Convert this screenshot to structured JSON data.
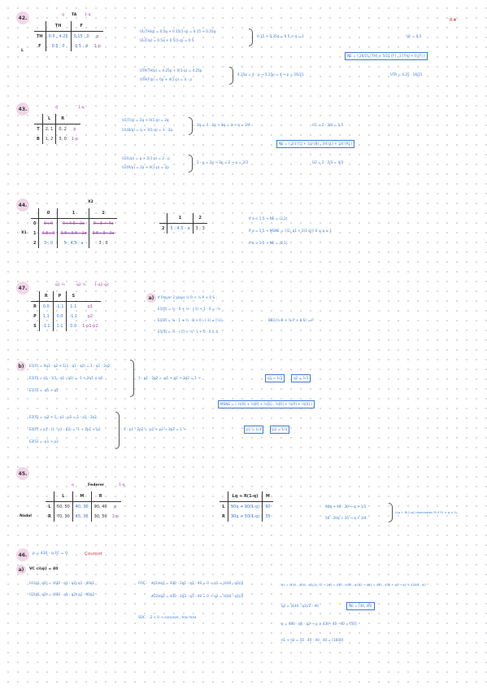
{
  "page": {
    "corner_mark": "R★"
  },
  "p42": {
    "number": "42.",
    "col_probs": [
      "q",
      "TA",
      "1-q"
    ],
    "row_player": "L",
    "table": {
      "cols": [
        "TH",
        "F"
      ],
      "rows": [
        {
          "label": "TH",
          "cells": [
            "0.5 ; 4.25",
            "0.15 ; 0"
          ],
          "prob": "p"
        },
        {
          "label": "F",
          "cells": [
            "0.5 ; 0",
            "0.5 ; 4"
          ],
          "prob": "1-p"
        }
      ]
    },
    "eq1": "UL(TH/q) = 0.5q + 0.15(1-q) = 0.15 + 0.35q",
    "eq2": "UL(F/q) = 0.5q + 0.5(1-q) = 0.5",
    "solve1": "0.15 + 0.35q = 0.5  →  q = 1",
    "ul_value": "UL = 0.5",
    "eq3": "UTA(TH/p) = 4.25p + 0(1-p) = 4.25p",
    "eq4": "UTA(F/p) = 0p + 4(1-p) = 4 - p",
    "solve2": "4.25p = 4 - p  →  5.25p = 4  →  p = 16/21",
    "uta_value": "UTA = 4.25 · 16/21",
    "ne_box": "NE = ( 16/21 [TH] + 5/21 [F] , 1 [TH] + 0 [F] )"
  },
  "p43": {
    "number": "43.",
    "col_probs": [
      "q",
      "1-q"
    ],
    "table": {
      "cols": [
        "L",
        "R"
      ],
      "rows": [
        {
          "label": "T",
          "cells": [
            "2, 1",
            "0, 2"
          ],
          "prob": "p"
        },
        {
          "label": "B",
          "cells": [
            "1, 2",
            "3, 0"
          ],
          "prob": "1-p"
        }
      ]
    },
    "eq1": "U1(T/q) = 2q + 0(1-q) = 2q",
    "eq2": "U1(B/q) = q + 3(1-q) = 3 - 2q",
    "solve1": "2q = 3 - 2q  →  4q = 3  →  q = 3/4",
    "u1_value": "U1 = 2 · 3/4 = 1.5",
    "eq3": "U2(L/p) = p + 2(1-p) = 2 - p",
    "eq4": "U2(R/p) = 2p + 0(1-p) = 2p",
    "solve2": "2 - p = 2p  →  3p = 2  →  p = 2/3",
    "u2_value": "U2 = 2 · 2/3 = 4/3",
    "ne_box": "NE = ( 2/3 [T] + 1/3 [B] , 3/4 [L] + 1/4 [R] )"
  },
  "p44": {
    "number": "44.",
    "col_label": "X2",
    "row_label": "X1",
    "cols": [
      "0",
      "1",
      "2"
    ],
    "rows": [
      {
        "label": "0",
        "cells": [
          "0 ; 0",
          "0 ; 4.5 - 2a",
          "0 ; 3 + 4a"
        ]
      },
      {
        "label": "1",
        "cells": [
          "4.5 ; 0",
          "3.5 ; 3.5 - 2a",
          "3.5 ; 3 - 2a"
        ]
      },
      {
        "label": "2",
        "cells": [
          "3 ; 0",
          "5 ; 4.5 - a",
          "3 ; 3"
        ]
      }
    ],
    "reduced": {
      "cols": [
        "1",
        "2"
      ],
      "row_label": "2",
      "cells": [
        "5 ; 4.5 - a",
        "3 ; 3"
      ]
    },
    "cases": [
      "If a < 1.5  →  NE = (2,2)",
      "If a = 1.5  →  MSNE = {(2, q1 + 2(1-q)}    0 ≤ q ≤ 1",
      "If a > 1.5  →  NE = (2,1)"
    ]
  },
  "p45a": {
    "number": "47.",
    "col_probs": [
      "q1 ⅓",
      "q2 ⅓",
      "1-q1-q2"
    ],
    "cols": [
      "R",
      "P",
      "S"
    ],
    "rows": [
      {
        "label": "R",
        "cells": [
          "0.0",
          "-1.1",
          "1.1"
        ],
        "prob": "p1"
      },
      {
        "label": "P",
        "cells": [
          "1.1",
          "0.0",
          "-1.1"
        ],
        "prob": "p2"
      },
      {
        "label": "S",
        "cells": [
          "-1.1",
          "1.1",
          "0.0"
        ],
        "prob": "1-p1-p2"
      }
    ],
    "part_a_label": "a)",
    "part_a_title": "If Player 2 plays ½ R + ½ P + 0 S :",
    "ea_r": "E1[R] = ½ · 0 + ½ · (-1) + 1 · 0 = -½",
    "ea_p": "E1[P] = ½ · 1 + ½ · 0 + 0 · (-1) = [½]",
    "ea_s": "E1[S] = ½ · (-1) + ½ · 1 + 0 · 0 = 0",
    "br": "BR1(½ R + ½ P + 0 S) = P"
  },
  "p45b": {
    "part_label": "b)",
    "e1": "E1[R] = 0q1 - q2 + 1(1 - q1 - q2) = 1 - q1 - 2q2",
    "e2": "E1[P] = q1 - 1(1 - q1 - q2) = -1 + 2q1 + q2",
    "e3": "E1[S] = -q1 + q2",
    "solve_q": "1 - q1 - 2q2 = -q1 + q2  →  3q2 = 1  →",
    "q_box1": "q1 = 1/3",
    "q_box2": "q2 = 1/3",
    "msne": "MSNE = ( ⅓[R] + ⅓[P] + ⅓[S] , ⅓[R] + ⅓[P] + ⅓[S] )",
    "e4": "E2[R] = -p2 + 1 - p1 - p2 = 1 - p1 - 2p2",
    "e5": "E2[P] = p1 - (1 - p1 - p2) = -1 + 2p1 + p2",
    "e6": "E2[S] = -p1 + p2",
    "solve_p": "1 - p1 - 2p2 = -p1 + p2  →  3p2 = 1  →",
    "p_box1": "p1 = 1/3",
    "p_box2": "p2 = 1/3"
  },
  "p45": {
    "number": "45.",
    "col_player": "Federer",
    "row_player": "Nadal",
    "col_probs": [
      "q",
      "1-q"
    ],
    "cols": [
      "L",
      "M",
      "R"
    ],
    "rows": [
      {
        "label": "L",
        "cells": [
          "50, 50",
          "40, 30",
          "90, 40"
        ],
        "prob": "p"
      },
      {
        "label": "R",
        "cells": [
          "70, 30",
          "65, 35",
          "30, 50"
        ],
        "prob": "1-p"
      }
    ],
    "mix_cols": [
      "Lq + R(1-q)",
      "M"
    ],
    "mix_rows": [
      {
        "label": "L",
        "cells": [
          "50q + 90(1-q)",
          "90"
        ]
      },
      {
        "label": "R",
        "cells": [
          "30q + 50(1-q)",
          "35"
        ]
      }
    ],
    "ineq1": "90q + 40 · 30  →  q > 1/2",
    "ineq2": "50 - 20q > 35  →  q < 3/4",
    "conclusion": "(Lq + R(1-q)) dominates M if  ½ < q < ¾"
  },
  "p46": {
    "number": "46.",
    "given": "p = 430 - q     FC = 0",
    "tag": "Cournot",
    "part_a": "a)",
    "vc": "VC  ci(qi) = 40",
    "u1": "U1(q1, q2) = (430 - q1 - q2) q1 - 40q1",
    "u2": "U2(q1, q2) = (430 - q1 - q2) q2 - 40q2",
    "foc_label": "FOC :",
    "foc1": "∂U1/∂q1 = 430 - 2q1 - q2 - 40 = 0  →  q1 = (430 - q2)/2",
    "foc2": "∂U2/∂q2 = 430 - 2q2 - q1 - 40 = 0  →  q2 = (430 - q1)/2",
    "soc": "SOC : -2 < 0  →  concave , has max",
    "sub": "q1 = (430 - (430 - q1)/2) / 2  →  2q1 = 430 - (430 - q1)/2  →  4q1 = 430 - 430 + q1  →  q1 = 430/3 - 40",
    "q2_line": "q2 = (430 - q1)/2 - 40",
    "ne_box": "NE = (40, 40)",
    "price": "p = 430 - q1 - q2  →  p = 430 - 40 - 40 = [50]",
    "profit": "π1 + π2 = 50 · 40 - 40 · 40 = [1600]"
  }
}
